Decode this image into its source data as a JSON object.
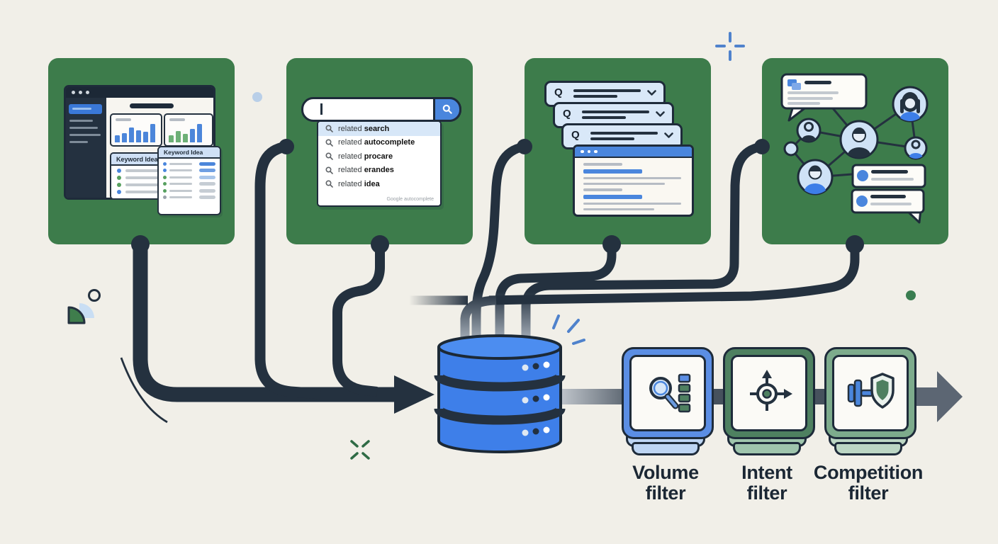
{
  "canvas": {
    "background": "#f1efe8"
  },
  "palette": {
    "panel_green": "#3d7c4b",
    "ink_navy": "#24313f",
    "ui_blue": "#4a86dd",
    "database_blue": "#3e7fe9",
    "light_blue": "#d9e8f8",
    "filter_green": "#4e8060",
    "pipe_gray": "#46515d",
    "arrow_gray": "#5c6673"
  },
  "dashboard": {
    "window_dots": 3,
    "sidebar_lines": [
      33,
      40,
      44,
      26
    ],
    "charts": [
      {
        "bars": [
          {
            "h": 10,
            "c": "#4c86da"
          },
          {
            "h": 13,
            "c": "#4c86da"
          },
          {
            "h": 21,
            "c": "#4c86da"
          },
          {
            "h": 17,
            "c": "#4c86da"
          },
          {
            "h": 15,
            "c": "#4c86da"
          },
          {
            "h": 26,
            "c": "#4c86da"
          }
        ]
      },
      {
        "bars": [
          {
            "h": 10,
            "c": "#6db076"
          },
          {
            "h": 16,
            "c": "#6db076"
          },
          {
            "h": 12,
            "c": "#6db076"
          },
          {
            "h": 19,
            "c": "#4c86da"
          },
          {
            "h": 26,
            "c": "#4c86da"
          }
        ]
      }
    ],
    "table": {
      "title": "Keyword Idea",
      "rows": [
        {
          "dot": "#4a86dd",
          "pill": "#4a86dd"
        },
        {
          "dot": "#57a05f",
          "pill": "#6f9fe2"
        },
        {
          "dot": "#57a05f",
          "pill": "#4a86dd"
        },
        {
          "dot": "#4a86dd",
          "pill": "#6f9fe2"
        }
      ]
    },
    "overlay": {
      "title": "Keyword Idea",
      "rows": [
        {
          "dot": "#4a86dd",
          "pill": "#4c86da"
        },
        {
          "dot": "#4a86dd",
          "pill": "#6f9fe2"
        },
        {
          "dot": "#57a05f",
          "pill": "#a9c6ea"
        },
        {
          "dot": "#57a05f",
          "pill": "#c6cdd4"
        },
        {
          "dot": "#57a05f",
          "pill": "#c6cdd4"
        },
        {
          "dot": "#9aa2ab",
          "pill": "#c6cdd4"
        }
      ]
    }
  },
  "autocomplete": {
    "search_value": "",
    "suggestions": [
      {
        "prefix": "related",
        "term": "search",
        "highlighted": true
      },
      {
        "prefix": "related",
        "term": "autocomplete",
        "highlighted": false
      },
      {
        "prefix": "related",
        "term": "procare",
        "highlighted": false
      },
      {
        "prefix": "related",
        "term": "erandes",
        "highlighted": false
      },
      {
        "prefix": "related",
        "term": "idea",
        "highlighted": false
      }
    ],
    "attribution": "Google autocomplete"
  },
  "questions": {
    "badge": "Q",
    "cards": [
      {
        "line1": 95,
        "line2": 62
      },
      {
        "line1": 95,
        "line2": 62
      },
      {
        "line1": 95,
        "line2": 62
      }
    ],
    "browser_lines": [
      {
        "w": 55,
        "h": 4,
        "c": "#b6bcc4"
      },
      {
        "w": 83,
        "h": 6,
        "c": "#4a86dd"
      },
      {
        "w": 138,
        "h": 3,
        "c": "#b6bcc4"
      },
      {
        "w": 115,
        "h": 3,
        "c": "#b6bcc4"
      },
      {
        "w": 55,
        "h": 4,
        "c": "#b6bcc4"
      },
      {
        "w": 83,
        "h": 6,
        "c": "#4a86dd"
      },
      {
        "w": 138,
        "h": 3,
        "c": "#b6bcc4"
      },
      {
        "w": 100,
        "h": 3,
        "c": "#b6bcc4"
      }
    ]
  },
  "community": {
    "avatar_nodes": 6,
    "speech_cards": 1,
    "message_cards": 2
  },
  "database": {
    "tiers": 3,
    "dots_per_tier": 3
  },
  "filters": [
    {
      "label_top": "Volume",
      "label_bottom": "filter",
      "icon": "magnifier-bars-icon",
      "frame": "#5b8ee4",
      "base": "#bdd5f3"
    },
    {
      "label_top": "Intent",
      "label_bottom": "filter",
      "icon": "crosshair-target-icon",
      "frame": "#4e8060",
      "base": "#9fc5ad"
    },
    {
      "label_top": "Competition",
      "label_bottom": "filter",
      "icon": "dumbbell-shield-icon",
      "frame": "#7dab8c",
      "base": "#bcd6c4"
    }
  ]
}
